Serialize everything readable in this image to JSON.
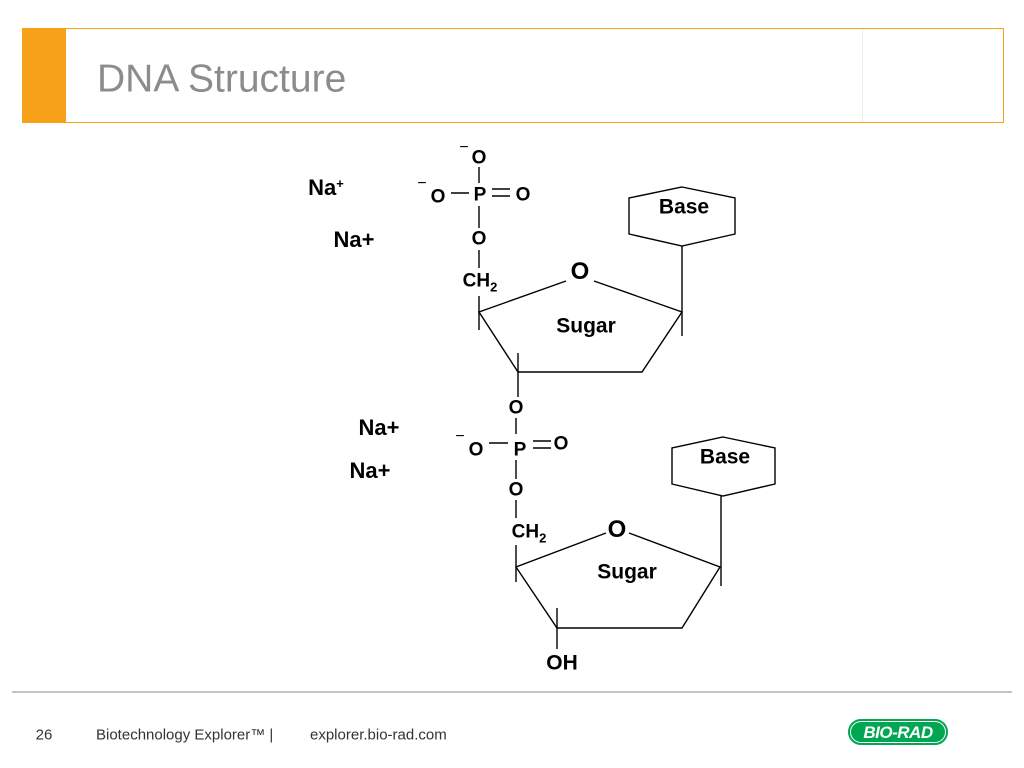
{
  "slide": {
    "title": "DNA Structure"
  },
  "diagram": {
    "nucleotide_1": {
      "phosphate_o_top_charge": "−",
      "phosphate_o_top": "O",
      "phosphate_o_left_charge": "−",
      "phosphate_o_left": "O",
      "phosphorus": "P",
      "phosphate_o_double": "O",
      "bridging_o": "O",
      "sodium_1": "Na",
      "sodium_1_charge": "+",
      "sodium_2": "Na+",
      "ch2": "CH",
      "ch2_subscript": "2",
      "ring_o": "O",
      "base": "Base",
      "sugar": "Sugar"
    },
    "nucleotide_2": {
      "linking_o": "O",
      "sodium_1": "Na+",
      "phosphate_o_left_charge": "−",
      "phosphate_o_left": "O",
      "phosphorus": "P",
      "phosphate_o_double": "O",
      "sodium_2": "Na+",
      "bridging_o": "O",
      "ch2": "CH",
      "ch2_subscript": "2",
      "ring_o": "O",
      "base": "Base",
      "sugar": "Sugar",
      "terminal_oh": "OH"
    }
  },
  "footer": {
    "page_number": "26",
    "brand": "Biotechnology Explorer™ |",
    "url": "explorer.bio-rad.com",
    "logo_text": "BIO-RAD"
  },
  "colors": {
    "accent_orange": "#F7A11A",
    "title_gray": "#8C8C8C",
    "logo_green": "#00A651"
  }
}
